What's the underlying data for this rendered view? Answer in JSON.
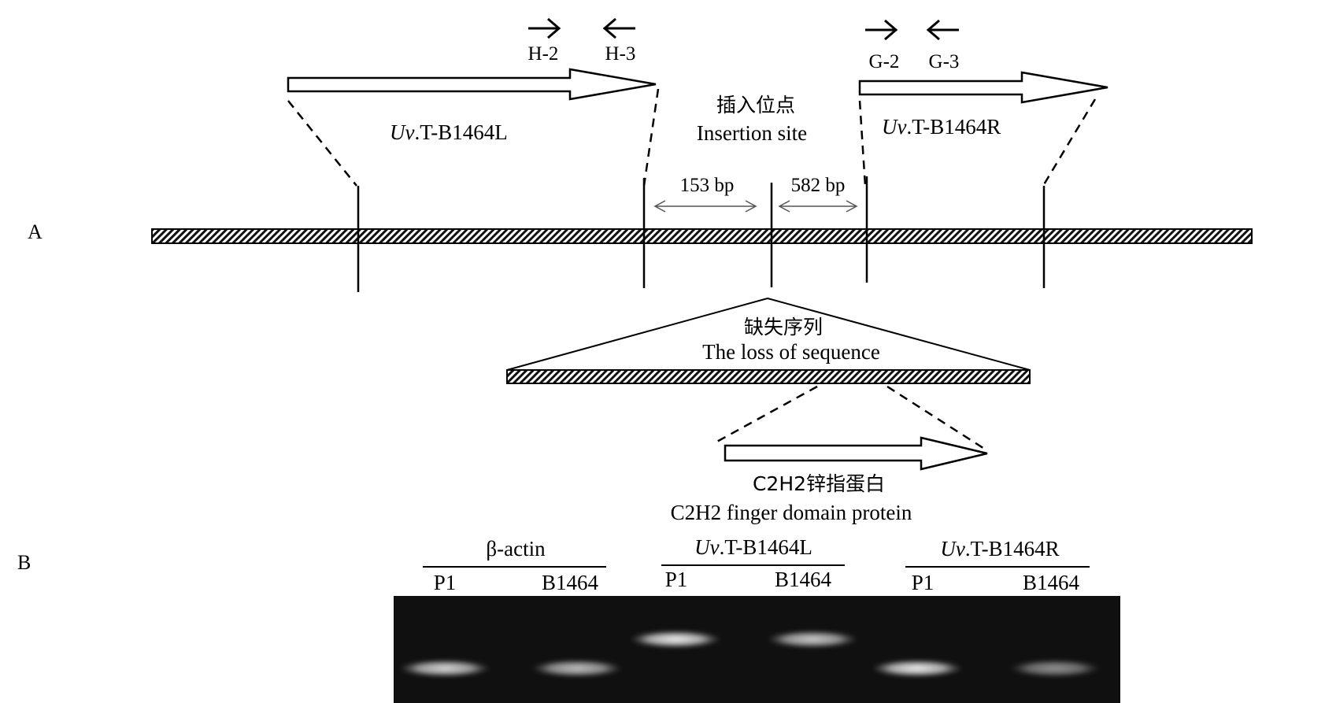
{
  "panel_labels": {
    "a": "A",
    "b": "B"
  },
  "primers": {
    "h2": "H-2",
    "h3": "H-3",
    "g2": "G-2",
    "g3": "G-3"
  },
  "flanks": {
    "left": {
      "prefix": "Uv",
      "suffix": ".T-B1464L"
    },
    "right": {
      "prefix": "Uv",
      "suffix": ".T-B1464R"
    }
  },
  "insertion": {
    "label_zh": "插入位点",
    "label_en": "Insertion site"
  },
  "distances": {
    "left": "153 bp",
    "right": "582 bp"
  },
  "deletion": {
    "label_zh": "缺失序列",
    "label_en": "The loss of sequence"
  },
  "gene": {
    "label_zh": "C2H2锌指蛋白",
    "label_en": "C2H2 finger domain protein"
  },
  "gel": {
    "groups": [
      {
        "title": "β-actin",
        "lanes": [
          "P1",
          "B1464"
        ]
      },
      {
        "title_prefix": "Uv",
        "title_suffix": ".T-B1464L",
        "lanes": [
          "P1",
          "B1464"
        ]
      },
      {
        "title_prefix": "Uv",
        "title_suffix": ".T-B1464R",
        "lanes": [
          "P1",
          "B1464"
        ]
      }
    ],
    "bands": [
      {
        "lane": 1,
        "level": "low",
        "intensity": 0.85
      },
      {
        "lane": 2,
        "level": "low",
        "intensity": 0.75
      },
      {
        "lane": 3,
        "level": "high",
        "intensity": 0.95
      },
      {
        "lane": 4,
        "level": "high",
        "intensity": 0.8
      },
      {
        "lane": 5,
        "level": "low",
        "intensity": 0.95
      },
      {
        "lane": 6,
        "level": "low",
        "intensity": 0.55
      }
    ],
    "background": "#101010"
  }
}
